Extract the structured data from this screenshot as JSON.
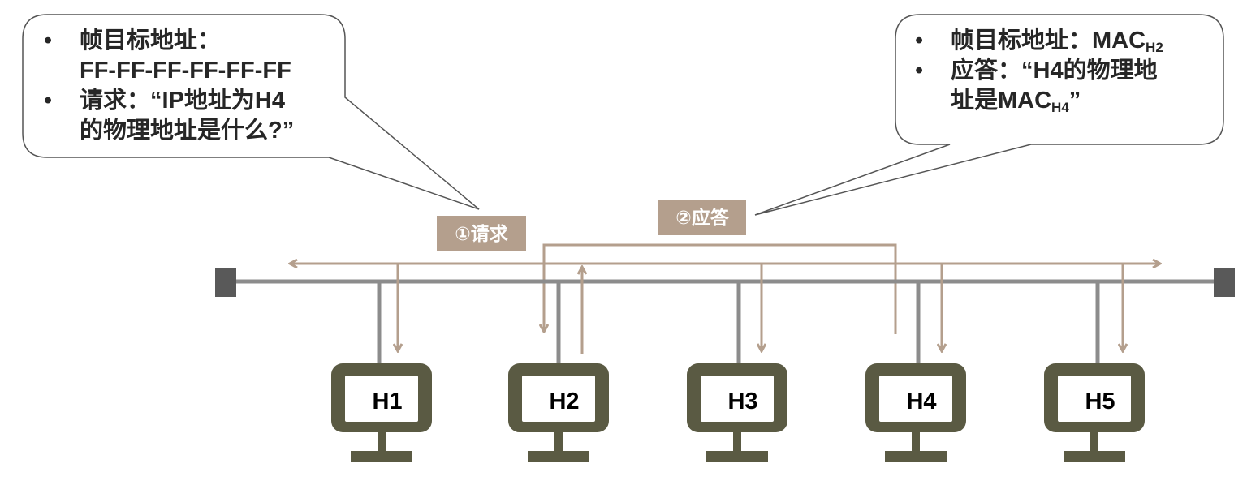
{
  "request_bubble": {
    "bullet": "•",
    "line1": "帧目标地址：",
    "line2": "FF-FF-FF-FF-FF-FF",
    "line3": "请求：“IP地址为H4",
    "line4": "的物理地址是什么?”"
  },
  "reply_bubble": {
    "bullet": "•",
    "line1_prefix": "帧目标地址：MAC",
    "line1_sub": "H2",
    "line2": "应答：“H4的物理地",
    "line3_prefix": "址是MAC",
    "line3_sub": "H4",
    "line3_suffix": "”"
  },
  "labels": {
    "request": "①请求",
    "reply": "②应答"
  },
  "hosts": [
    "H1",
    "H2",
    "H3",
    "H4",
    "H5"
  ],
  "colors": {
    "bus": "#8c8c8c",
    "bus_end": "#595959",
    "arrow": "#b49f8d",
    "host_body": "#5a5a43",
    "bubble_border": "#555555"
  }
}
